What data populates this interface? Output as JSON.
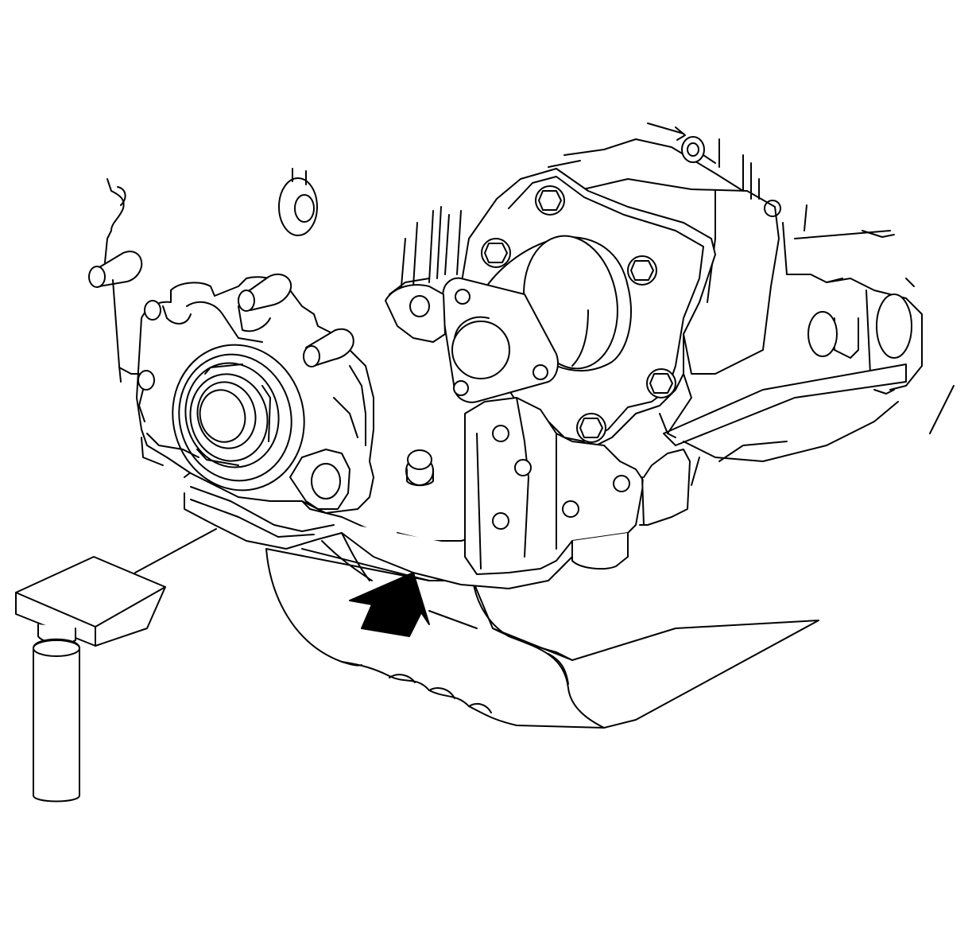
{
  "diagram": {
    "background": "#ffffff",
    "line_color": "#000000",
    "parts": [
      {
        "name": "engine-block"
      },
      {
        "name": "oil-pan"
      },
      {
        "name": "oil-pump-housing"
      },
      {
        "name": "flange-bracket"
      },
      {
        "name": "transfer-case-flange"
      },
      {
        "name": "lift-jack"
      },
      {
        "name": "direction-arrow"
      }
    ],
    "callouts": [
      {
        "name": "jack-leader-line",
        "target": "oil-pan"
      }
    ]
  }
}
